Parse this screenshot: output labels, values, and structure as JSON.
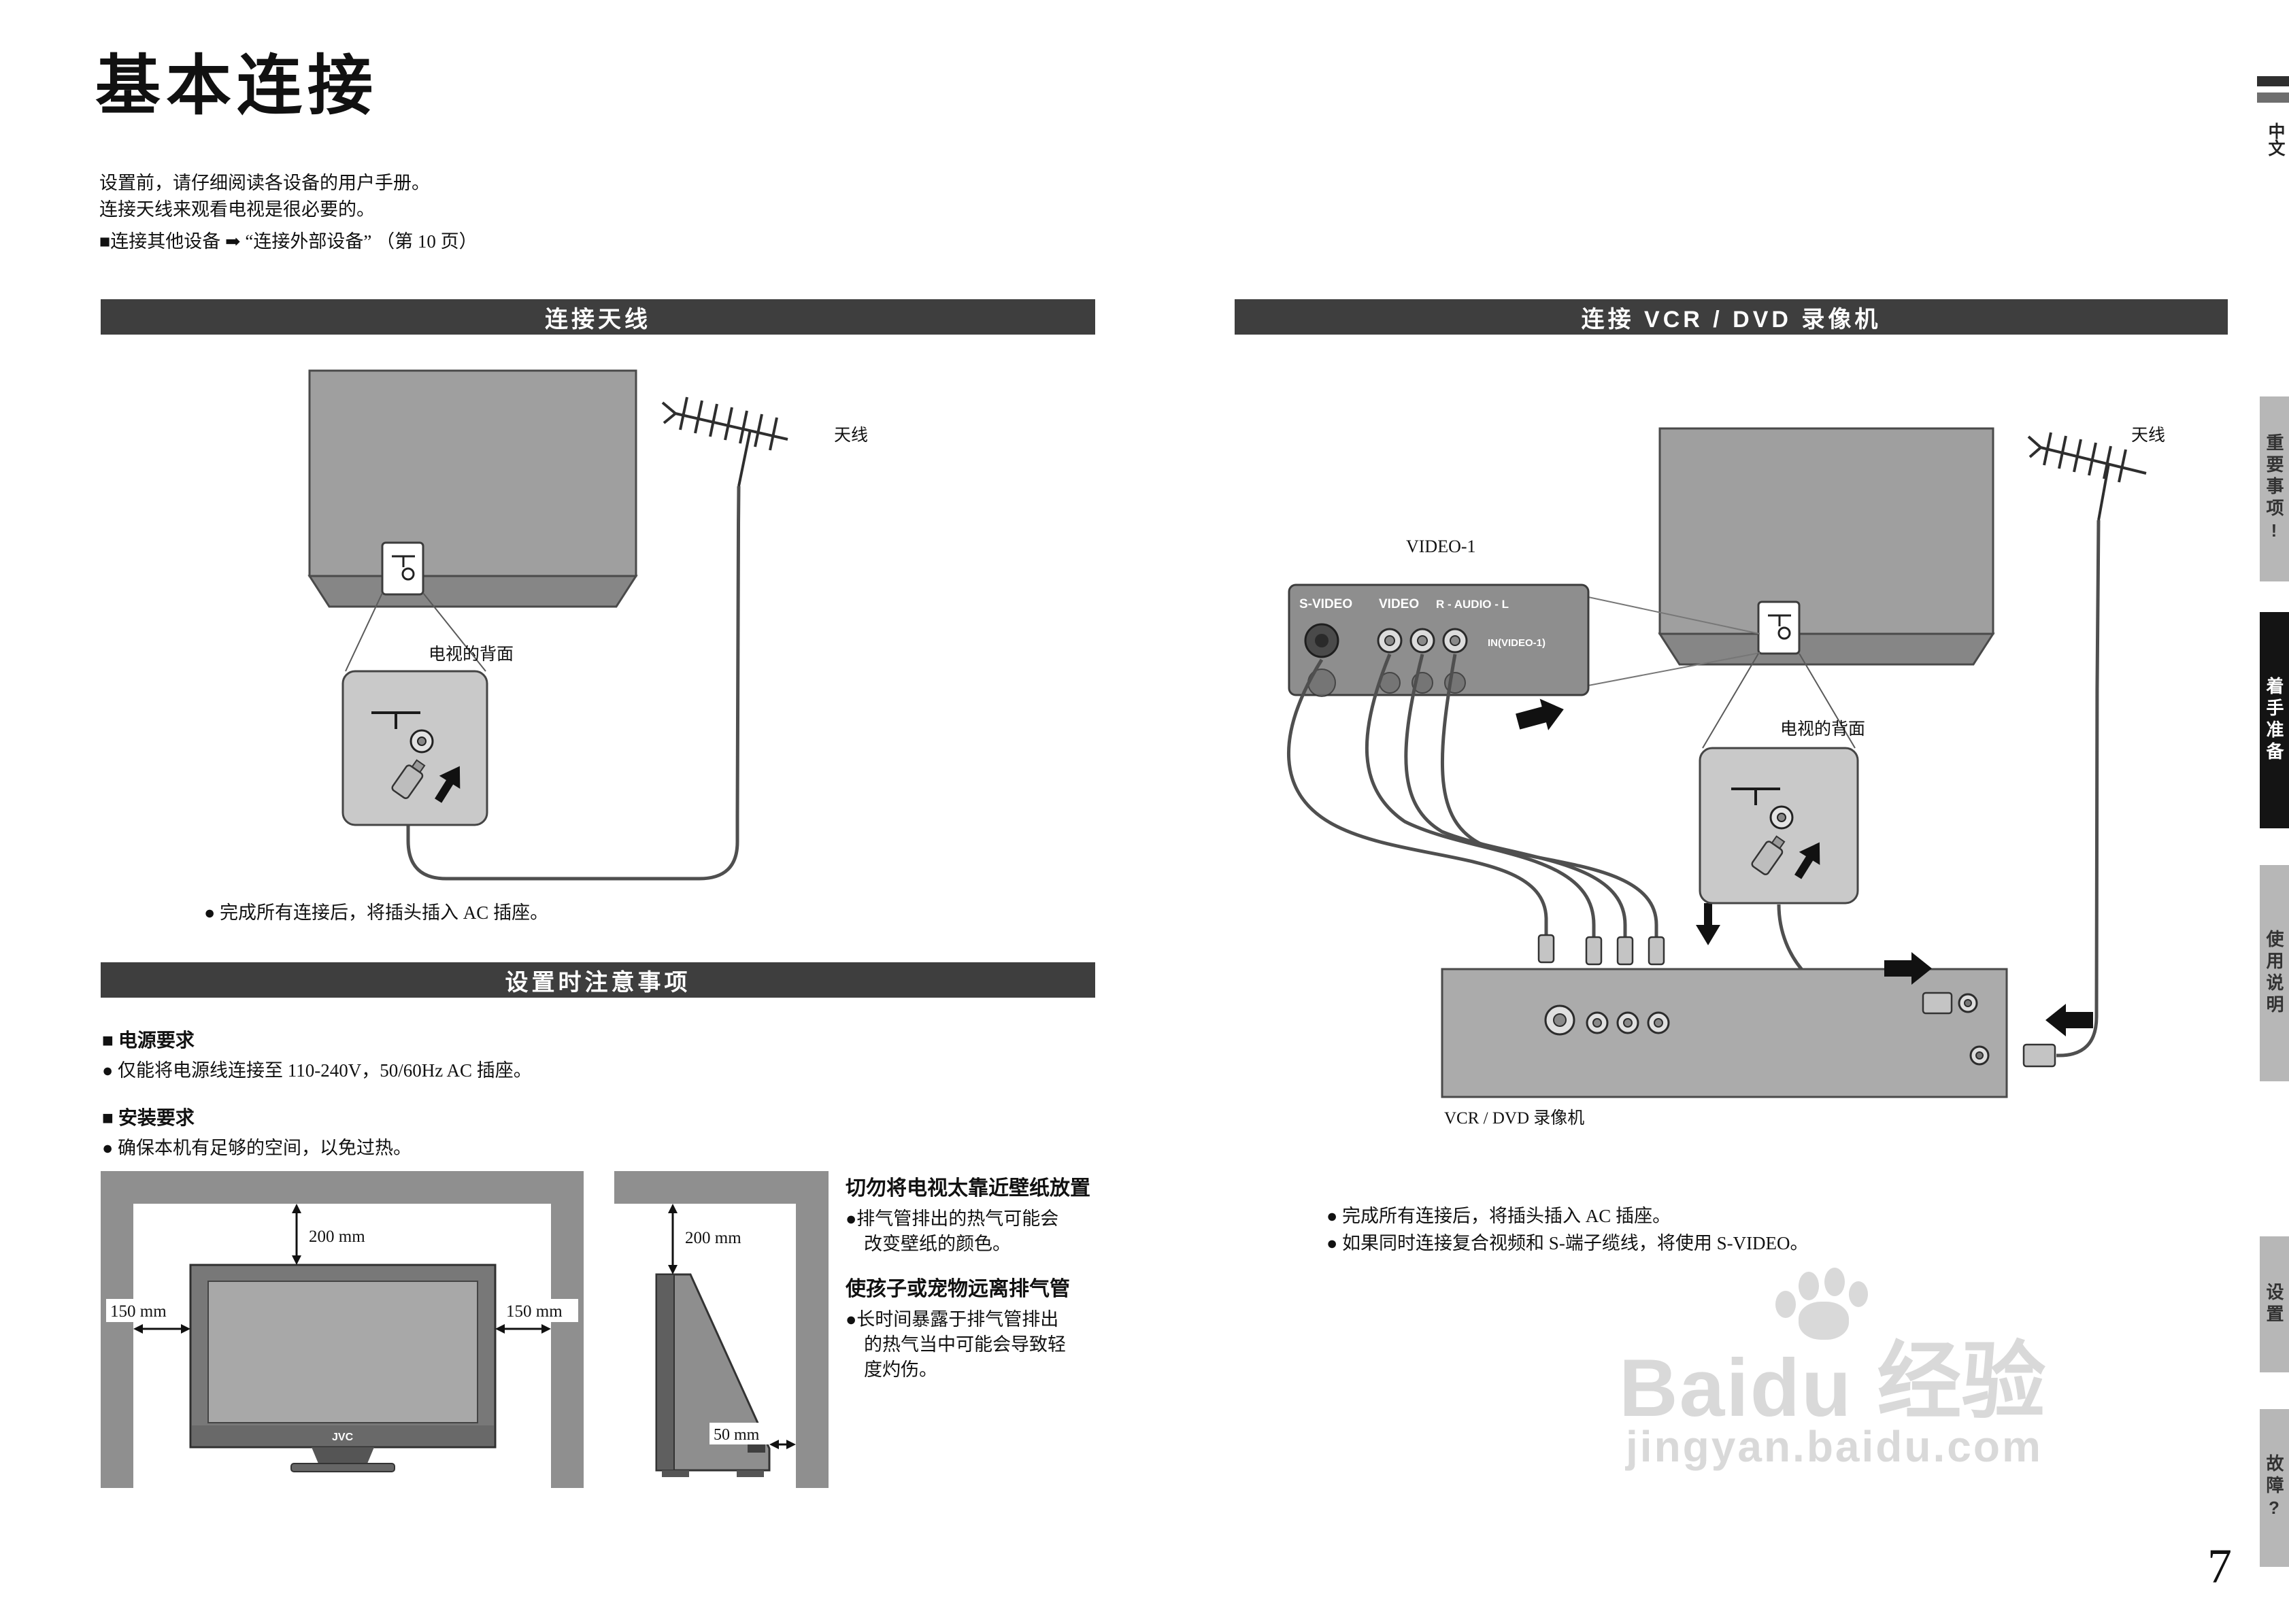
{
  "page": {
    "title": "基本连接",
    "page_number": "7"
  },
  "intro": {
    "line1": "设置前，请仔细阅读各设备的用户手册。",
    "line2": "连接天线来观看电视是很必要的。",
    "line3": "■连接其他设备 ➡ “连接外部设备” （第 10 页）"
  },
  "antenna_section": {
    "header": "连接天线",
    "antenna_label": "天线",
    "tv_back_label": "电视的背面",
    "note": "● 完成所有连接后，将插头插入 AC 插座。"
  },
  "vcr_section": {
    "header": "连接 VCR / DVD 录像机",
    "video1_label": "VIDEO-1",
    "panel_s_video": "S-VIDEO",
    "panel_video": "VIDEO",
    "panel_audio": "R - AUDIO - L",
    "panel_in": "IN(VIDEO-1)",
    "antenna_label": "天线",
    "tv_back_label": "电视的背面",
    "vcr_label": "VCR / DVD 录像机",
    "note1": "● 完成所有连接后，将插头插入 AC 插座。",
    "note2": "● 如果同时连接复合视频和 S-端子缆线，将使用 S-VIDEO。"
  },
  "setup_section": {
    "header": "设置时注意事项",
    "power_title": "■ 电源要求",
    "power_note": "● 仅能将电源线连接至 110-240V，50/60Hz AC 插座。",
    "install_title": "■ 安装要求",
    "install_note": "● 确保本机有足够的空间，以免过热。",
    "dims": {
      "top": "200 mm",
      "left": "150 mm",
      "right": "150 mm",
      "side_top": "200 mm",
      "side_back": "50 mm"
    },
    "tv_logo": "JVC",
    "warning1_title": "切勿将电视太靠近壁纸放置",
    "warning1_l1": "●排气管排出的热气可能会",
    "warning1_l2": "改变壁纸的颜色。",
    "warning2_title": "使孩子或宠物远离排气管",
    "warning2_l1": "●长时间暴露于排气管排出",
    "warning2_l2": "的热气当中可能会导致轻",
    "warning2_l3": "度灼伤。"
  },
  "sidebar": {
    "language": "中文",
    "tabs": [
      {
        "label": "重要事项!"
      },
      {
        "label": "着手准备"
      },
      {
        "label": "使用说明"
      },
      {
        "label": "设置"
      },
      {
        "label": "故障?"
      }
    ]
  },
  "watermark": {
    "brand": "Baidu",
    "brand_cn": "经验",
    "url": "jingyan.baidu.com"
  }
}
